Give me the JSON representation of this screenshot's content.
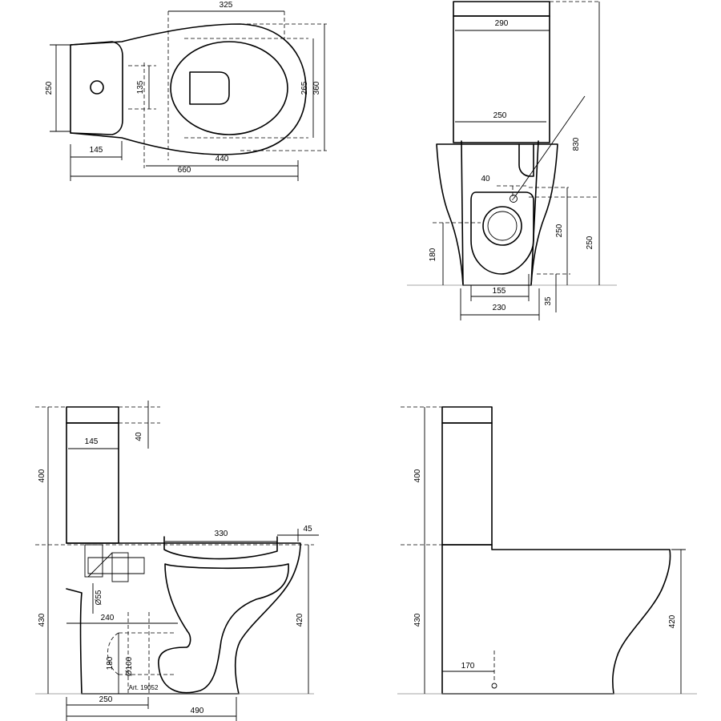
{
  "top_view": {
    "dims": {
      "width_325": "325",
      "height_250": "250",
      "inner_135": "135",
      "seat_265": "265",
      "outer_360": "360",
      "tank_145": "145",
      "bowl_440": "440",
      "total_660": "660"
    }
  },
  "front_view": {
    "dims": {
      "tank_290": "290",
      "base_250": "250",
      "height_830": "830",
      "inlet_40": "40",
      "outlet_250": "250",
      "floor_250": "250",
      "h_180": "180",
      "w_155": "155",
      "w_230": "230",
      "h_35": "35"
    }
  },
  "side_section": {
    "dims": {
      "tank_145": "145",
      "lid_40": "40",
      "tank_400": "400",
      "bowl_330": "330",
      "rim_45": "45",
      "pipe_55": "Ø55",
      "base_430": "430",
      "seat_420": "420",
      "trap_240": "240",
      "trap_180": "180",
      "outlet_100": "Ø100",
      "article": "Art. 19052",
      "floor_250": "250",
      "total_490": "490"
    }
  },
  "side_view": {
    "dims": {
      "tank_400": "400",
      "base_430": "430",
      "seat_420": "420",
      "fix_170": "170"
    }
  }
}
